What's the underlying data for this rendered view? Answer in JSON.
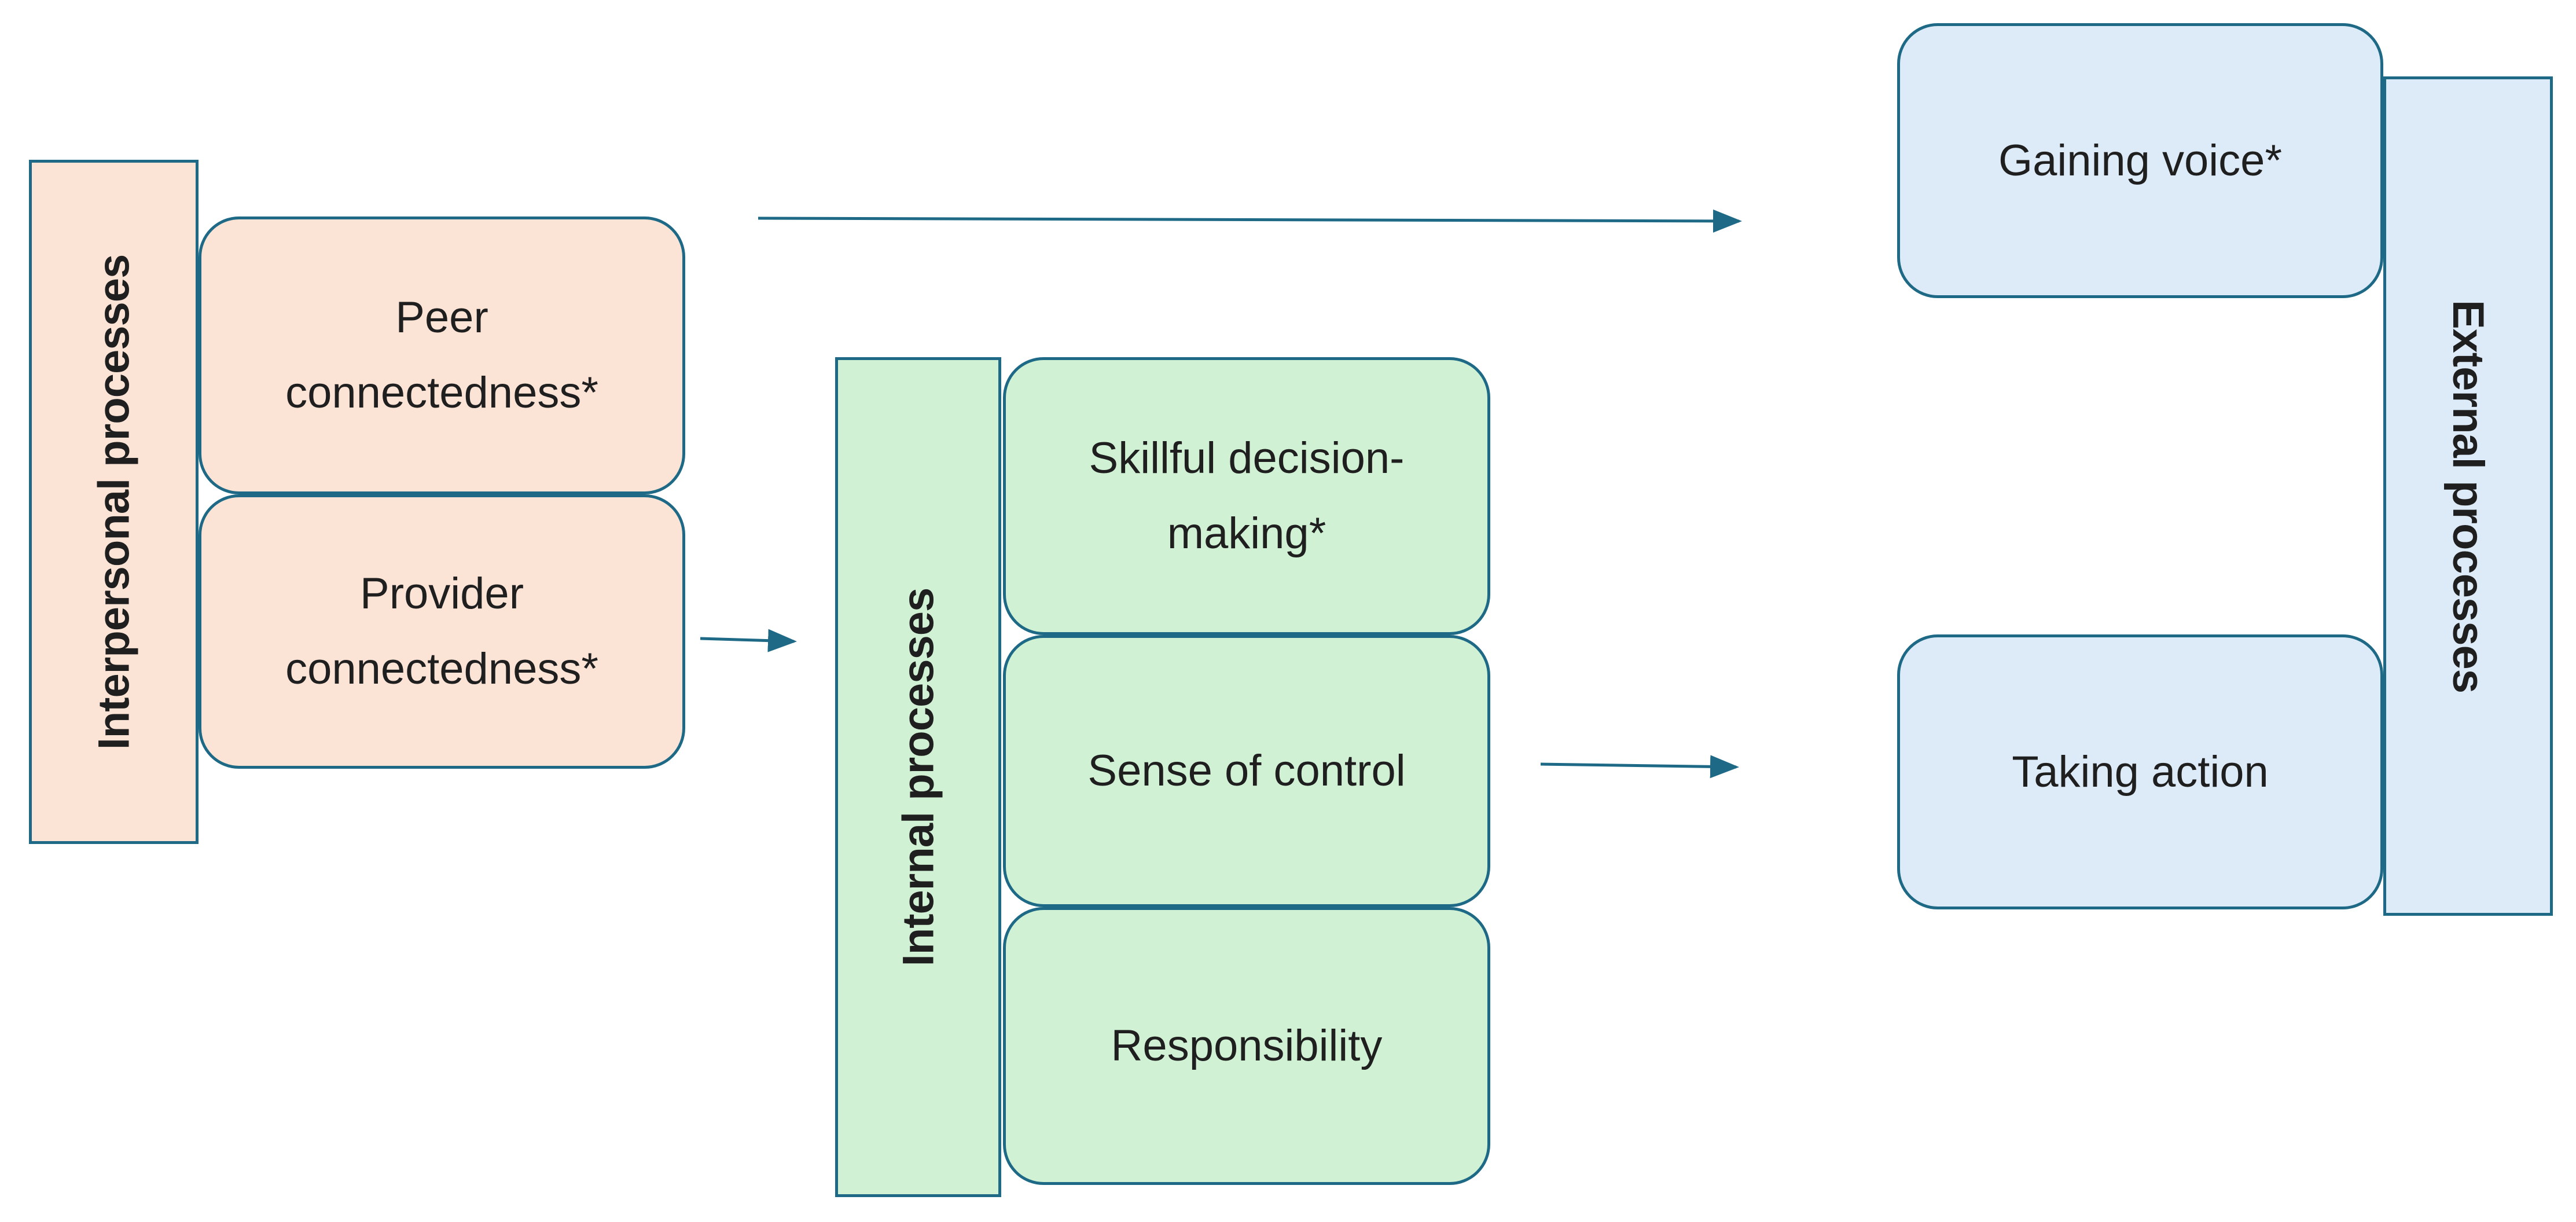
{
  "interpersonal": {
    "title": "Interpersonal processes",
    "items": [
      {
        "label": "Peer\nconnectedness*"
      },
      {
        "label": "Provider\nconnectedness*"
      }
    ]
  },
  "internal": {
    "title": "Internal processes",
    "items": [
      {
        "label": "Skillful decision-\nmaking*"
      },
      {
        "label": "Sense of control"
      },
      {
        "label": "Responsibility"
      }
    ]
  },
  "external": {
    "title": "External processes",
    "items": [
      {
        "label": "Gaining voice*"
      },
      {
        "label": "Taking action"
      }
    ]
  },
  "colors": {
    "interpersonal_fill": "#fbe3d6",
    "internal_fill": "#d0f1d4",
    "external_fill": "#dcebf7",
    "outline": "#1e6a86",
    "arrow": "#1e6a86"
  }
}
